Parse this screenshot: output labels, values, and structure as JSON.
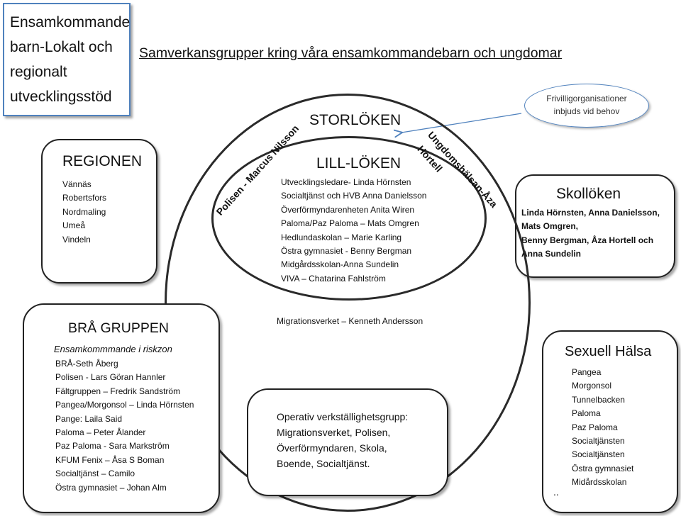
{
  "title_box": {
    "lines": [
      "Ensamkommande",
      "barn-Lokalt och",
      "regionalt",
      "utvecklingsstöd"
    ]
  },
  "heading": "Samverkansgrupper kring våra ensamkommandebarn och ungdomar",
  "frivillig": {
    "lines": [
      "Frivilligorganisationer",
      "inbjuds vid behov"
    ]
  },
  "regionen": {
    "title": "REGIONEN",
    "items": [
      "Vännäs",
      "Robertsfors",
      "Nordmaling",
      "Umeå",
      "Vindeln"
    ]
  },
  "storloken": {
    "title": "STORLÖKEN"
  },
  "lilloken": {
    "title": "LILL-LÖKEN",
    "items": [
      "Utvecklingsledare- Linda Hörnsten",
      "Socialtjänst och HVB Anna Danielsson",
      "Överförmyndarenheten   Anita Wiren",
      "Paloma/Paz Paloma – Mats Omgren",
      "Hedlundaskolan – Marie Karling",
      "Östra gymnasiet - Benny Bergman",
      "Midgårdsskolan-Anna Sundelin",
      "VIVA – Chatarina Fahlström"
    ]
  },
  "polisen_label": "Polisen - Marcus Nilsson",
  "ungdom_label": {
    "line1": "Ungdomshälsan-Åza",
    "line2": "Hortell"
  },
  "skolloken": {
    "title": "Skollöken",
    "lines": [
      "Linda Hörnsten, Anna Danielsson,",
      "Mats Omgren,",
      "Benny Bergman, Åza Hortell och",
      "Anna Sundelin"
    ]
  },
  "migrationsverket": "Migrationsverket – Kenneth Andersson",
  "bra": {
    "title": "BRÅ GRUPPEN",
    "subtitle": "Ensamkommmande i riskzon",
    "items": [
      "BRÅ-Seth Åberg",
      "Polisen - Lars Göran Hannler",
      "Fältgruppen – Fredrik Sandström",
      "Pangea/Morgonsol – Linda Hörnsten",
      "Pange: Laila Said",
      "Paloma – Peter Ålander",
      "Paz Paloma - Sara Markström",
      "KFUM Fenix – Åsa S Boman",
      "Socialtjänst – Camilo",
      "Östra gymnasiet – Johan Alm"
    ]
  },
  "operativ": {
    "title": "Operativ verkställighetsgrupp:",
    "lines": [
      "Migrationsverket, Polisen,",
      "Överförmyndaren, Skola,",
      "Boende, Socialtjänst."
    ]
  },
  "sexuell": {
    "title": "Sexuell Hälsa",
    "items": [
      "Pangea",
      "Morgonsol",
      "Tunnelbacken",
      "Paloma",
      "Paz Paloma",
      "Socialtjänsten",
      "Socialtjänsten",
      "Östra gymnasiet",
      "Midårdsskolan"
    ],
    "footnote": ".."
  },
  "colors": {
    "accent": "#4f81bd",
    "ring": "#2a2a2a"
  }
}
